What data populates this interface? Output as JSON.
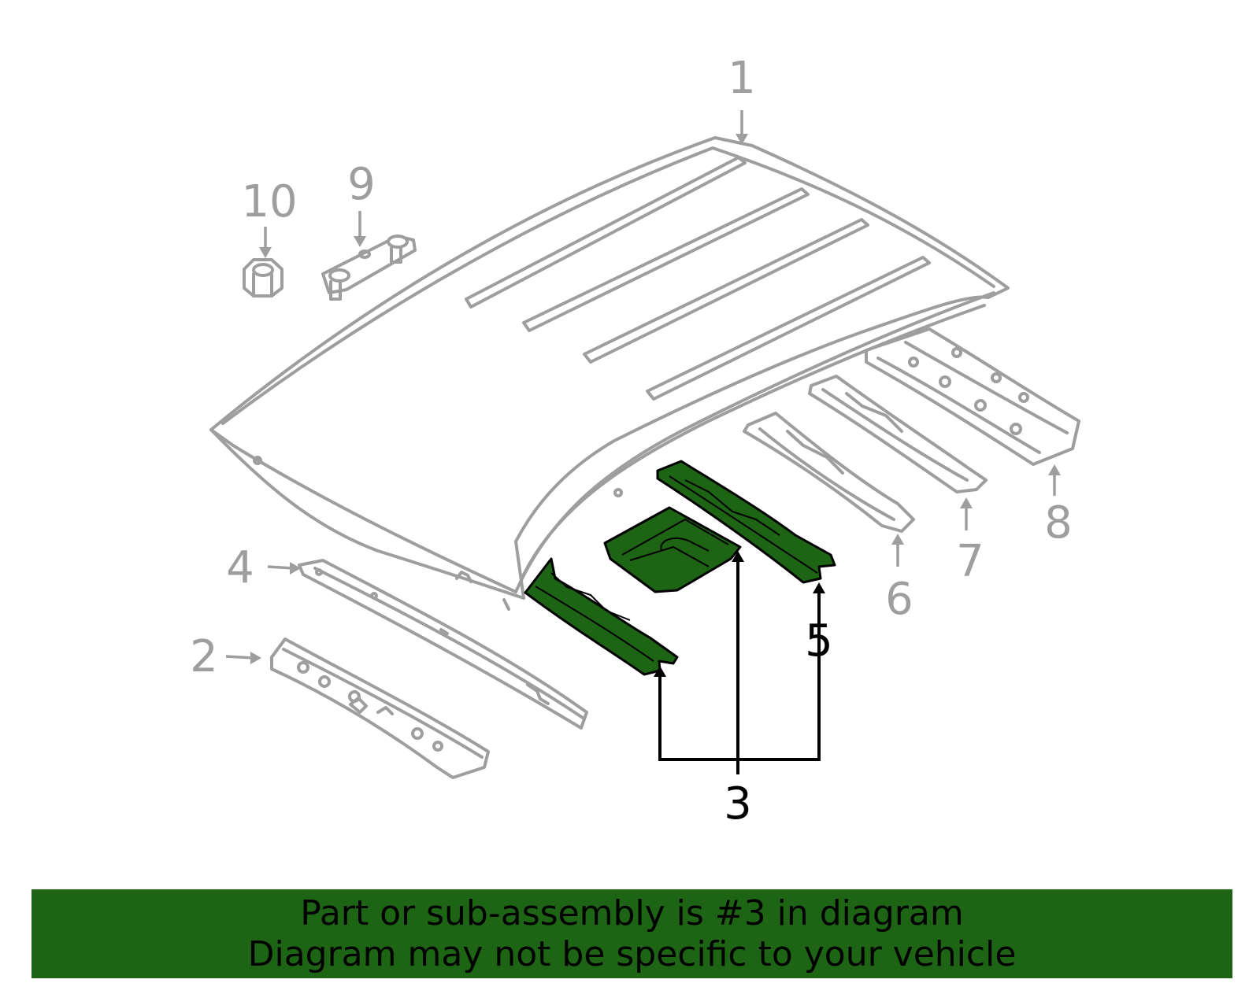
{
  "callouts": {
    "c1": "1",
    "c2": "2",
    "c3": "3",
    "c4": "4",
    "c5": "5",
    "c6": "6",
    "c7": "7",
    "c8": "8",
    "c9": "9",
    "c10": "10"
  },
  "banner": {
    "line1": "Part or sub-assembly is #3 in diagram",
    "line2": "Diagram may not be specific to your vehicle"
  },
  "colors": {
    "highlight": "#1d6414",
    "part_outline": "#9e9e9e",
    "background": "#ffffff"
  }
}
